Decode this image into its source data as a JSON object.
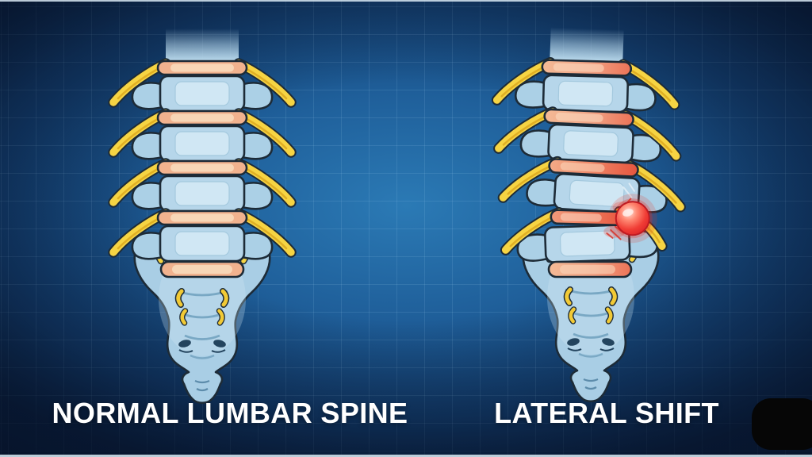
{
  "panels": [
    {
      "label": "NORMAL LUMBAR SPINE",
      "illustration": "normal-lumbar-spine"
    },
    {
      "label": "LATERAL SHIFT",
      "illustration": "lumbar-spine-with-lateral-shift-and-disc-herniation"
    }
  ],
  "colors": {
    "background_center": "#2b7ab5",
    "background_edge": "#0a1e3c",
    "grid_line": "#aad7f5",
    "bone": "#b6d6ea",
    "bone_highlight": "#d0e7f4",
    "process_bone": "#abd0e6",
    "sacrum_bone": "#a9cee5",
    "disc_normal": "#f1b28e",
    "disc_inner": "#f8d6b6",
    "disc_inflamed": "#e64430",
    "nerve_yellow": "#f6d443",
    "nerve_shade": "#dca81f",
    "herniation_red": "#d81f26",
    "outline": "#1d2b37",
    "label_text": "#ffffff",
    "corner_badge": "#060606"
  }
}
